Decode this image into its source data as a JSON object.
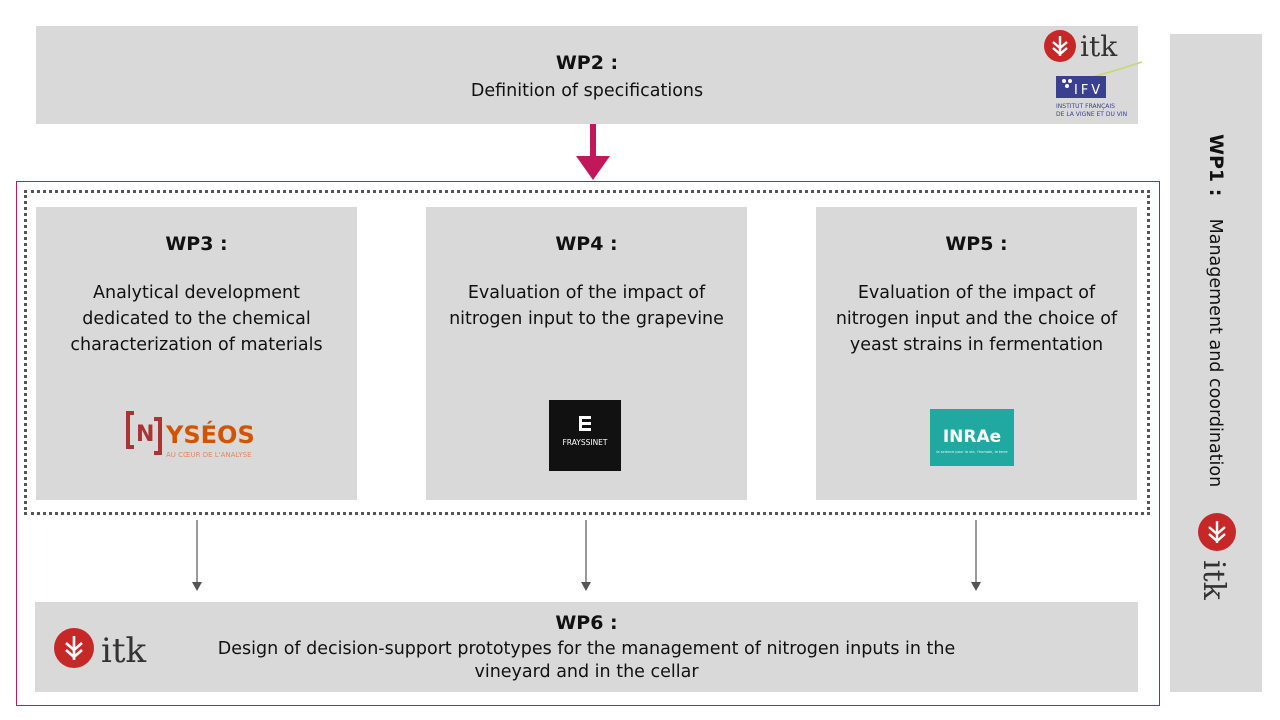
{
  "wp2": {
    "title": "WP2 :",
    "text": "Definition of specifications"
  },
  "wp3": {
    "title": "WP3 :",
    "text": "Analytical development dedicated to the chemical characterization of materials"
  },
  "wp4": {
    "title": "WP4 :",
    "text": "Evaluation of the impact of nitrogen input to the grapevine"
  },
  "wp5": {
    "title": "WP5 :",
    "text": "Evaluation of the impact of nitrogen input and the choice of yeast strains in fermentation"
  },
  "wp6": {
    "title": "WP6 :",
    "text": "Design of decision-support prototypes for the management of nitrogen inputs in the vineyard and in the cellar"
  },
  "wp1": {
    "title": "WP1 :",
    "text": "Management and coordination"
  },
  "logos": {
    "itk": "itk",
    "ifv": "IFV",
    "ifv_sub1": "INSTITUT FRANÇAIS",
    "ifv_sub2": "DE LA VIGNE ET DU VIN",
    "nyseos": "YSÉOS",
    "nyseos_n": "N",
    "nyseos_sub": "AU CŒUR DE L'ANALYSE",
    "frayssinet": "FRAYSSINET",
    "inrae": "INRAe",
    "inrae_sub": "la science pour la vie, l'humain, la terre"
  },
  "colors": {
    "accent": "#c2185b",
    "box": "#d9d9d9",
    "itk_red": "#c62828",
    "ifv_blue": "#3b3f8f",
    "inrae_teal": "#1fa9a0",
    "nyseos": "#c0392b"
  }
}
